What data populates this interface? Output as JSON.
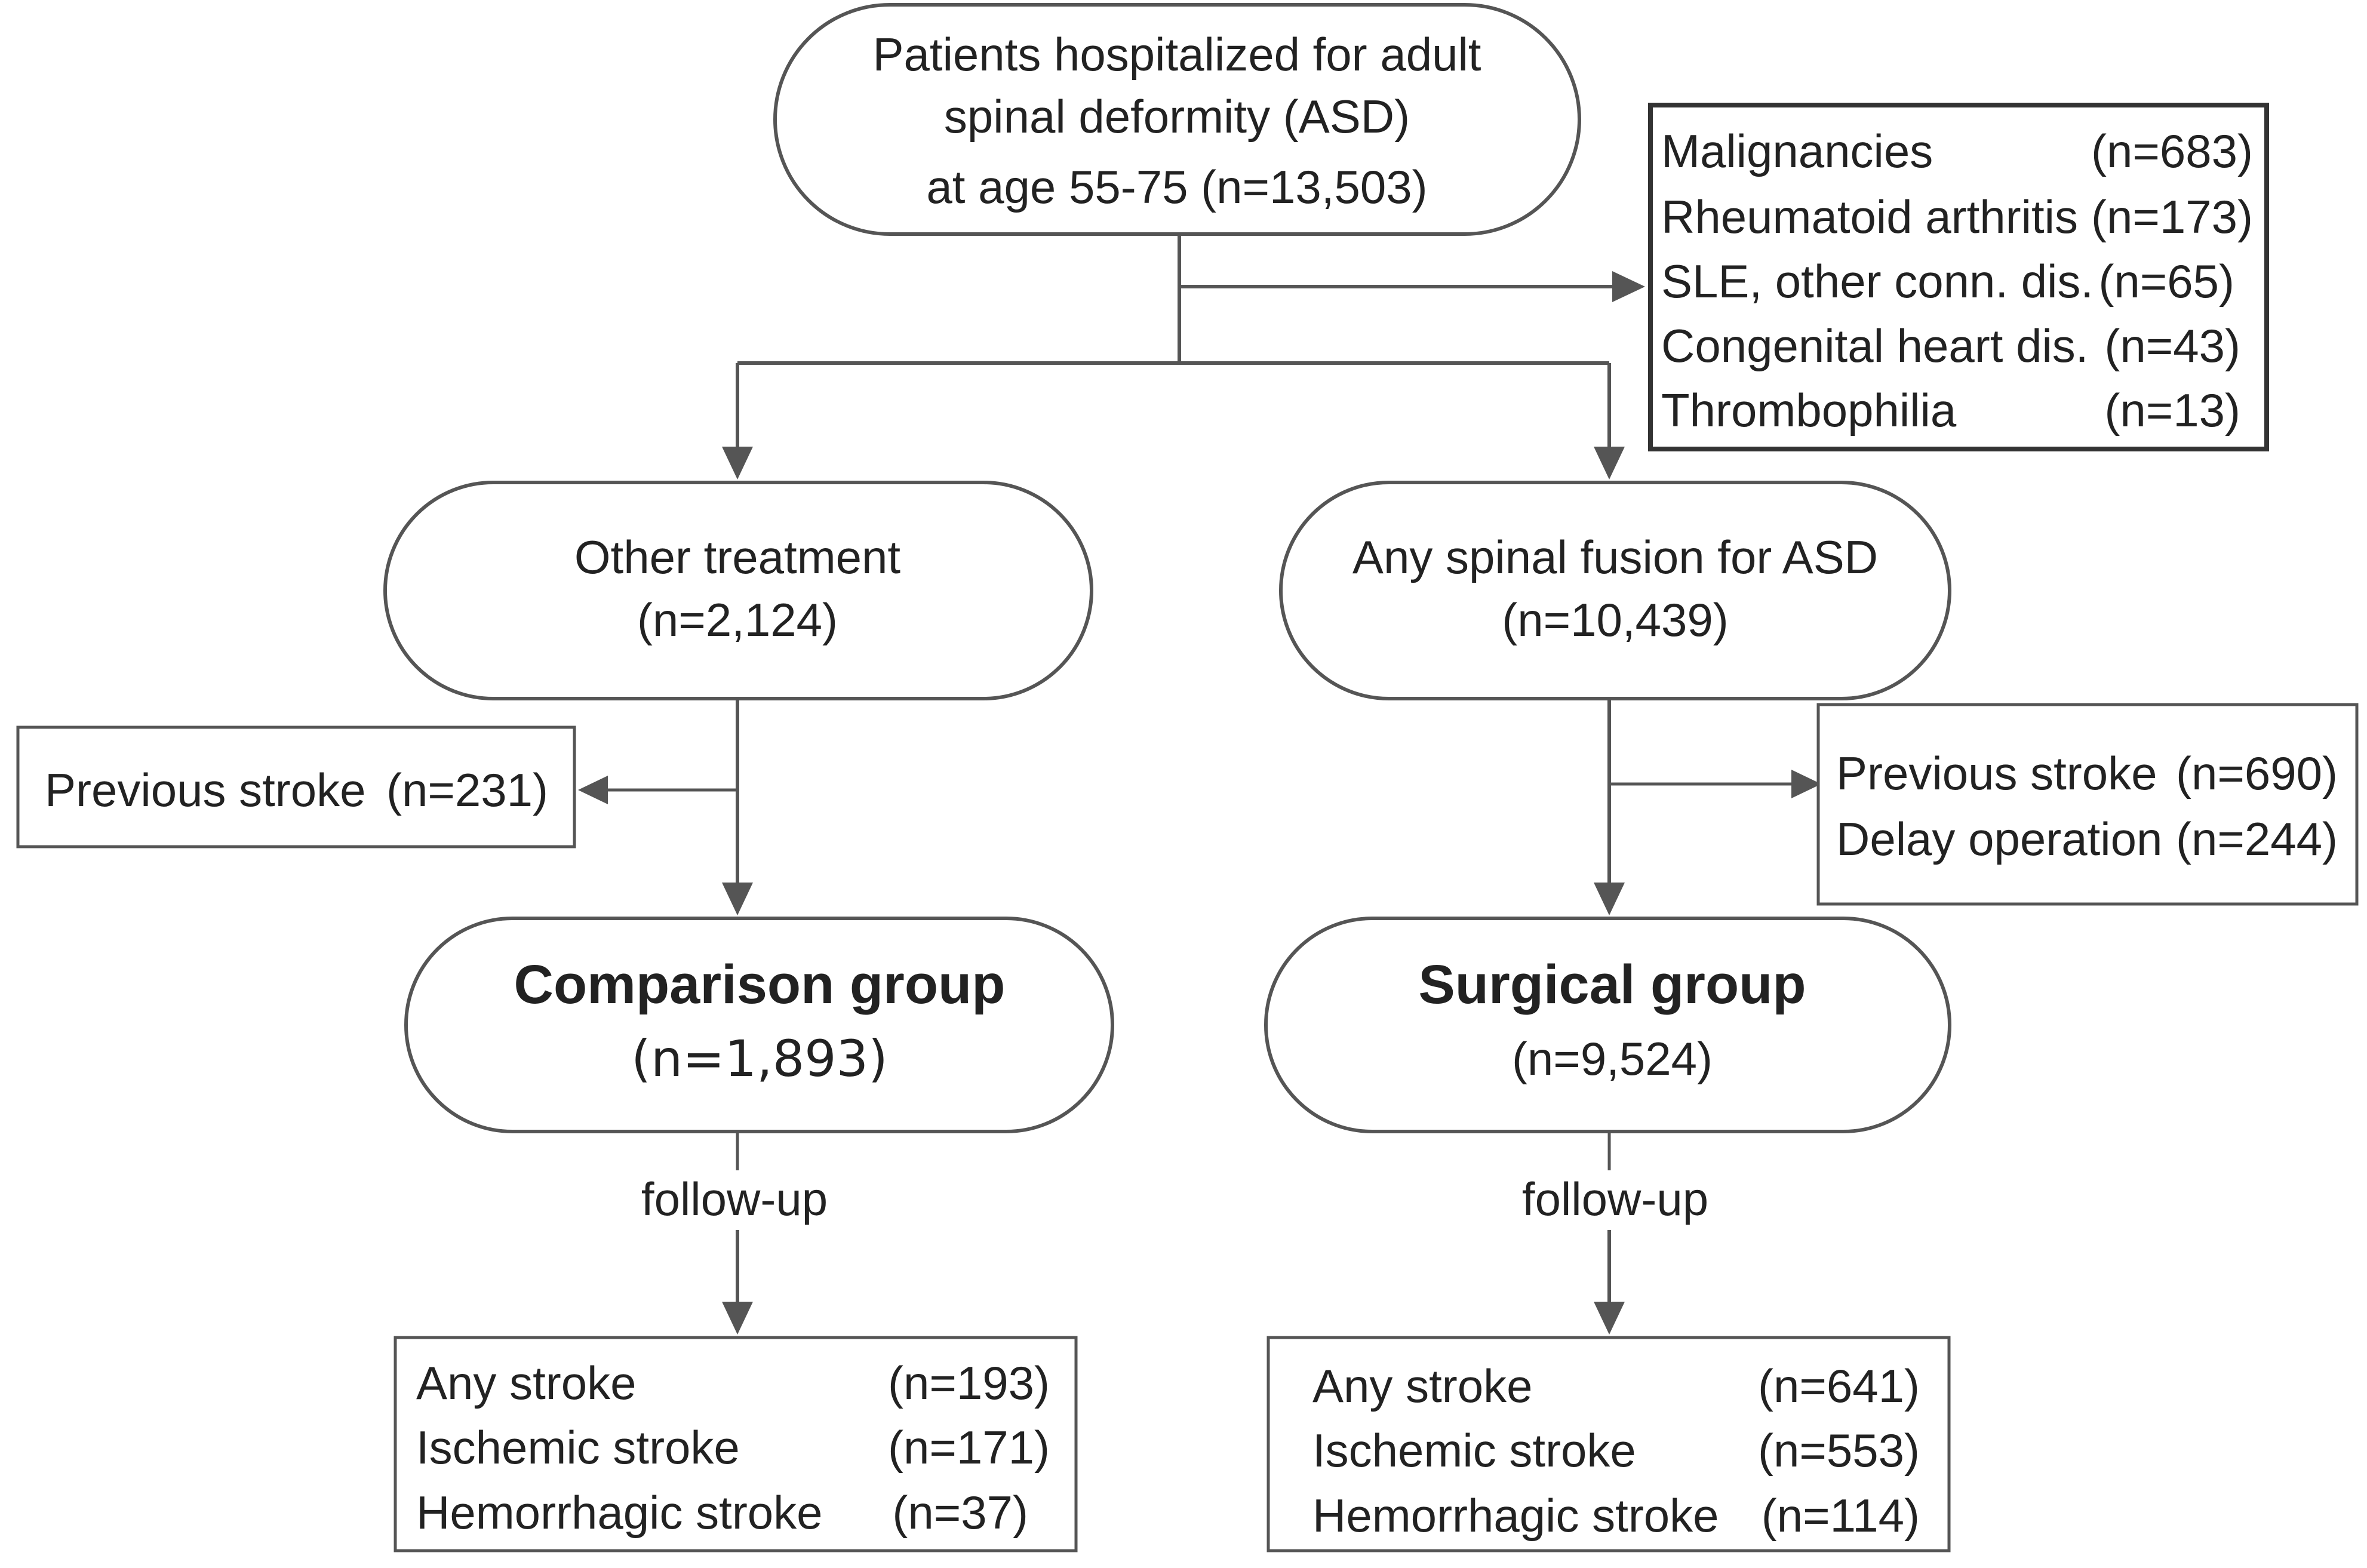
{
  "nodes": {
    "top": {
      "lines": [
        "Patients hospitalized for adult",
        "spinal deformity (ASD)",
        "at age 55-75 (n=13,503)"
      ]
    },
    "other_treatment": {
      "title": "Other treatment",
      "count": "(n=2,124)"
    },
    "spinal_fusion": {
      "title": "Any spinal fusion for ASD",
      "count": "(n=10,439)"
    },
    "comparison_group": {
      "title": "Comparison group",
      "count": "(n=1,893)"
    },
    "surgical_group": {
      "title": "Surgical group",
      "count": "(n=9,524)"
    }
  },
  "exclusions": {
    "top": [
      {
        "label": "Malignancies",
        "count": "(n=683)"
      },
      {
        "label": "Rheumatoid arthritis",
        "count": "(n=173)"
      },
      {
        "label": "SLE, other conn. dis.",
        "count": "(n=65)"
      },
      {
        "label": "Congenital heart dis.",
        "count": "(n=43)"
      },
      {
        "label": "Thrombophilia",
        "count": "(n=13)"
      }
    ],
    "left": [
      {
        "label": "Previous stroke",
        "count": "(n=231)"
      }
    ],
    "right": [
      {
        "label": "Previous stroke",
        "count": "(n=690)"
      },
      {
        "label": "Delay operation",
        "count": "(n=244)"
      }
    ]
  },
  "follow_up_label": "follow-up",
  "outcomes": {
    "comparison": [
      {
        "label": "Any stroke",
        "count": "(n=193)"
      },
      {
        "label": "Ischemic stroke",
        "count": "(n=171)"
      },
      {
        "label": "Hemorrhagic stroke",
        "count": "(n=37)"
      }
    ],
    "surgical": [
      {
        "label": "Any stroke",
        "count": "(n=641)"
      },
      {
        "label": "Ischemic stroke",
        "count": "(n=553)"
      },
      {
        "label": "Hemorrhagic stroke",
        "count": "(n=114)"
      }
    ]
  }
}
